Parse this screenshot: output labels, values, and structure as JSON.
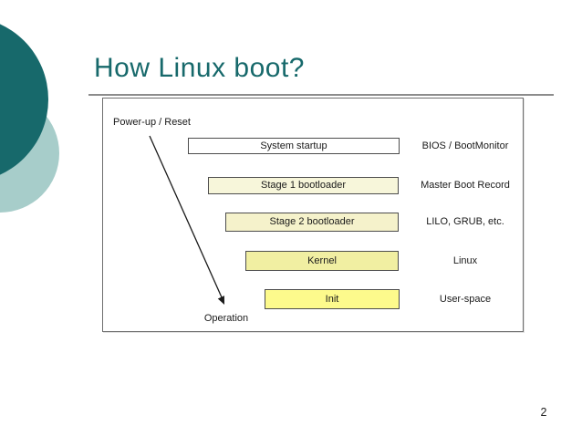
{
  "slide": {
    "title": "How Linux boot?",
    "page_number": "2"
  },
  "diagram": {
    "power_label": "Power-up / Reset",
    "operation_label": "Operation",
    "stages": [
      {
        "box": "System startup",
        "right_label": "BIOS / BootMonitor",
        "fill": "#ffffff"
      },
      {
        "box": "Stage 1 bootloader",
        "right_label": "Master Boot Record",
        "fill": "#f7f6da"
      },
      {
        "box": "Stage 2 bootloader",
        "right_label": "LILO, GRUB, etc.",
        "fill": "#f5f2cb"
      },
      {
        "box": "Kernel",
        "right_label": "Linux",
        "fill": "#f1efa2"
      },
      {
        "box": "Init",
        "right_label": "User-space",
        "fill": "#fdfa8c"
      }
    ]
  },
  "colors": {
    "accent_teal": "#17696b",
    "circle_dark": "#17696b",
    "circle_light": "#a7cdca",
    "rule_gray": "#8c8c8c",
    "box_border": "#4d4d4d",
    "arrow_black": "#1a1a1a"
  }
}
